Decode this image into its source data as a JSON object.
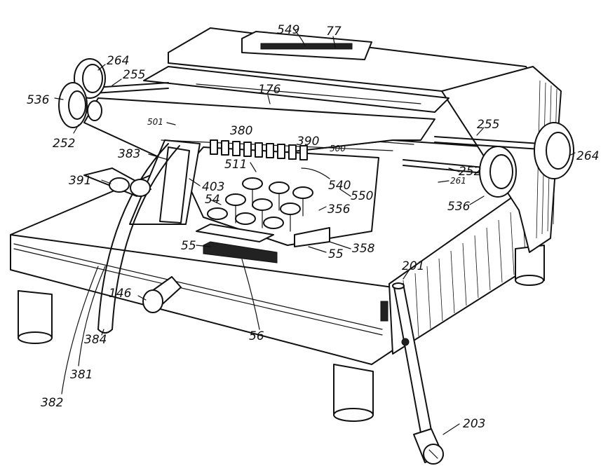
{
  "labels": {
    "r549": "549",
    "r77": "77",
    "r176": "176",
    "r264_left": "264",
    "r255_left": "255",
    "r536_left": "536",
    "r252_left": "252",
    "r501": "501",
    "r380": "380",
    "r390": "390",
    "r500": "500",
    "r383": "383",
    "r391": "391",
    "r511": "511",
    "r403": "403",
    "r540": "540",
    "r550": "550",
    "r54": "54",
    "r356": "356",
    "r358": "358",
    "r55_left": "55",
    "r55_right": "55",
    "r255_right": "255",
    "r252_right": "252",
    "r264_right": "264",
    "r261": "261",
    "r536_right": "536",
    "r201": "201",
    "r146": "146",
    "r384": "384",
    "r56": "56",
    "r381": "381",
    "r382": "382",
    "r203": "203"
  }
}
